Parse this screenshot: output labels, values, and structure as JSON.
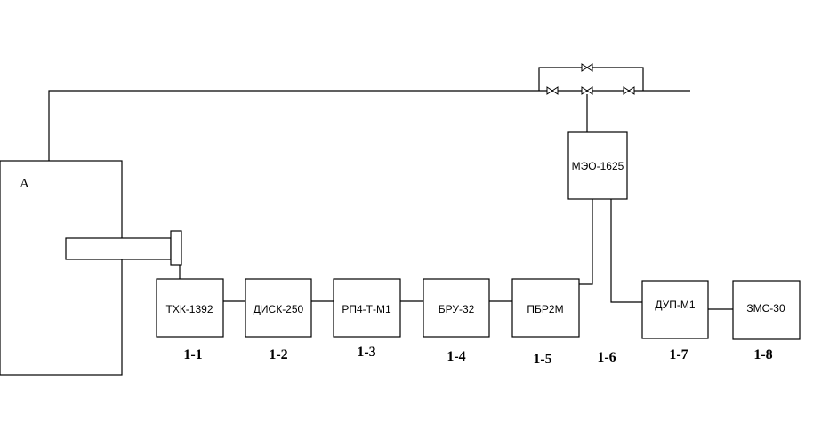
{
  "vessel": {
    "label": "A"
  },
  "devices": [
    {
      "id": "1-1",
      "name": "ТХК-1392",
      "position": "1-1"
    },
    {
      "id": "1-2",
      "name": "ДИСК-250",
      "position": "1-2"
    },
    {
      "id": "1-3",
      "name": "РП4-Т-М1",
      "position": "1-3"
    },
    {
      "id": "1-4",
      "name": "БРУ-32",
      "position": "1-4"
    },
    {
      "id": "1-5",
      "name": "ПБР2М",
      "position": "1-5"
    },
    {
      "id": "1-6",
      "name": "МЭО-1625",
      "position": "1-6"
    },
    {
      "id": "1-7",
      "name": "ДУП-М1",
      "position": "1-7"
    },
    {
      "id": "1-8",
      "name": "ЗМС-30",
      "position": "1-8"
    }
  ]
}
